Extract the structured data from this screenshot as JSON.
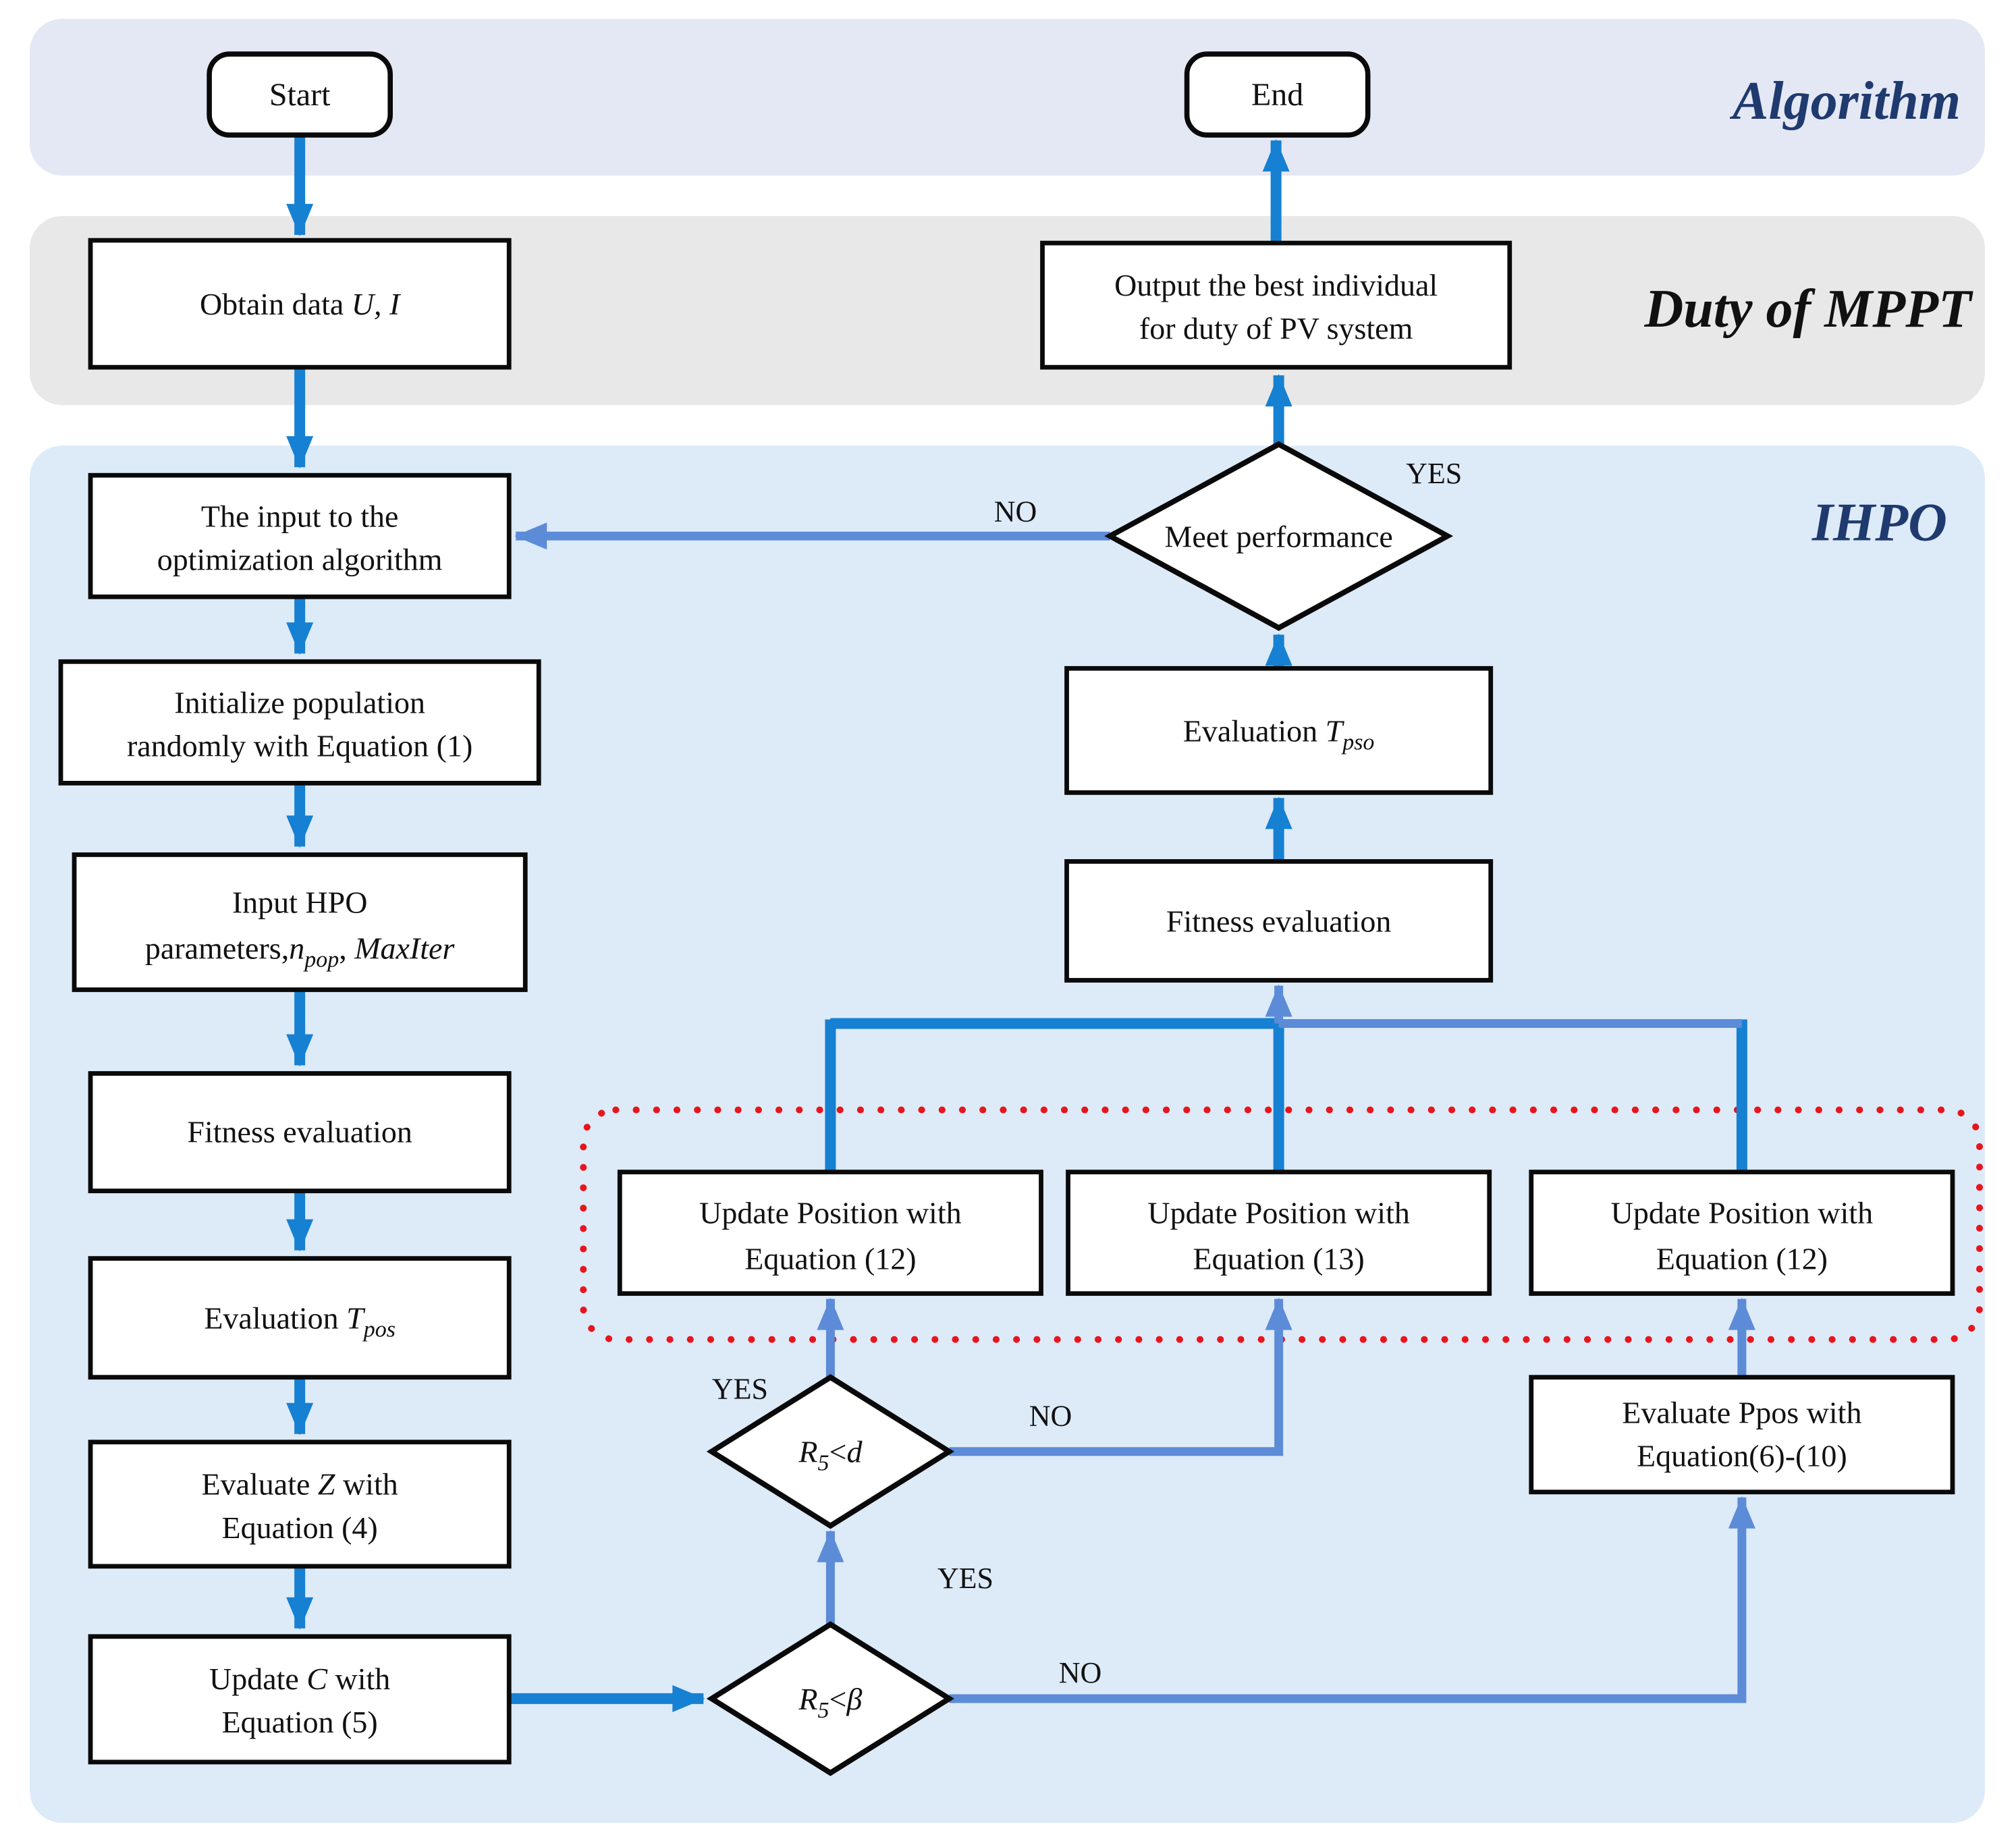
{
  "bands": {
    "algorithm": {
      "label": "Algorithm"
    },
    "duty_of_mppt": {
      "label": "Duty of MPPT"
    },
    "ihpo": {
      "label": "IHPO"
    }
  },
  "nodes": {
    "start": {
      "label": "Start"
    },
    "end": {
      "label": "End"
    },
    "obtain_data": {
      "pre": "Obtain data ",
      "var": "U, I"
    },
    "output_best": {
      "line1": "Output the best individual",
      "line2": "for duty of PV system"
    },
    "input_opt": {
      "line1": "The input to the",
      "line2": "optimization algorithm"
    },
    "init_pop": {
      "line1": "Initialize population",
      "line2": "randomly with Equation (1)"
    },
    "input_hpo": {
      "line1": "Input HPO",
      "line2_pre": "parameters,",
      "line2_var": "n",
      "line2_sub": "pop",
      "line2_mid": ", ",
      "line2_var2": "MaxIter"
    },
    "fitness_left": {
      "label": "Fitness evaluation"
    },
    "evaluation_tpos": {
      "pre": "Evaluation ",
      "var": "T",
      "sub": "pos"
    },
    "evaluate_z": {
      "pre": "Evaluate ",
      "var": "Z",
      "post": " with",
      "line2": "Equation (4)"
    },
    "update_c": {
      "pre": "Update ",
      "var": "C",
      "post": " with",
      "line2": "Equation (5)"
    },
    "meet_performance": {
      "label": "Meet performance"
    },
    "evaluation_tpso": {
      "pre": "Evaluation ",
      "var": "T",
      "sub": "pso"
    },
    "fitness_right": {
      "label": "Fitness evaluation"
    },
    "update_pos_left": {
      "line1": "Update Position with",
      "line2": "Equation (12)"
    },
    "update_pos_mid": {
      "line1": "Update Position with",
      "line2": "Equation (13)"
    },
    "update_pos_right": {
      "line1": "Update Position with",
      "line2": "Equation (12)"
    },
    "r5_d": {
      "var": "R",
      "sub": "5",
      "op": "<",
      "rhs": "d"
    },
    "r5_beta": {
      "var": "R",
      "sub": "5",
      "op": "<",
      "rhs": "β"
    },
    "evaluate_ppos": {
      "line1": "Evaluate Ppos with",
      "line2": "Equation(6)-(10)"
    }
  },
  "edge_labels": {
    "meet_yes": "YES",
    "meet_no": "NO",
    "r5d_yes": "YES",
    "r5d_no": "NO",
    "r5b_yes": "YES",
    "r5b_no": "NO"
  },
  "colors": {
    "arrow_primary": "#1680D2",
    "arrow_secondary": "#5C8BD8",
    "band_algorithm": "#E4E8F4",
    "band_mppt": "#E8E8E8",
    "band_ihpo": "#DDEAF8",
    "dotted_red": "#E8151C",
    "label_navy": "#1F3A6E",
    "text_black": "#111111",
    "node_border": "#0A0A0A",
    "node_fill": "#FFFFFF"
  }
}
